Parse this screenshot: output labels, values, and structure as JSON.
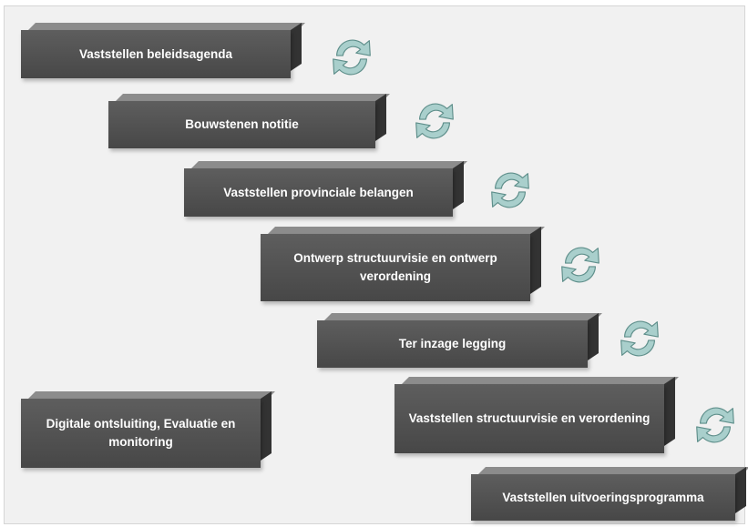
{
  "steps": [
    {
      "label": "Vaststellen beleidsagenda"
    },
    {
      "label": "Bouwstenen notitie"
    },
    {
      "label": "Vaststellen provinciale belangen"
    },
    {
      "label": "Ontwerp structuurvisie en ontwerp verordening"
    },
    {
      "label": "Ter inzage legging"
    },
    {
      "label": "Vaststellen  structuurvisie en verordening"
    },
    {
      "label": "Vaststellen uitvoeringsprogramma"
    }
  ],
  "side_box": {
    "label": "Digitale ontsluiting, Evaluatie en monitoring"
  },
  "cycle_icon": {
    "name": "cycle-arrows-icon",
    "count": 6,
    "color": "#a9cfcc",
    "stroke": "#5f8f8b"
  },
  "box_color": "#4f4f4f"
}
